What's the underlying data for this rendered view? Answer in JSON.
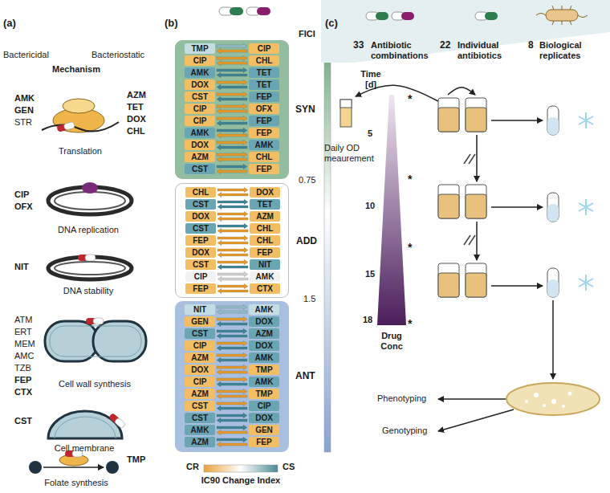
{
  "diagram": {
    "nodes": [
      {
        "text": [
          "SYN",
          "TMP",
          "CIP",
          "CIP",
          "CHL",
          "AMK",
          "TET",
          "DOX",
          "TET",
          "CST",
          "FEP",
          "CIP",
          "OFX",
          "CIP",
          "FEP",
          "AMK",
          "FEP",
          "DOX",
          "AMK",
          "AZM",
          "CHL",
          "CST",
          "FEP"
        ]
      },
      {
        "text": [
          "ADD",
          "CHL",
          "DOX",
          "CST",
          "TET",
          "DOX",
          "AZM",
          "CST",
          "CHL",
          "FEP",
          "CHL",
          "DOX",
          "FEP",
          "CST",
          "NIT",
          "CIP",
          "AMK",
          "FEP",
          "CTX"
        ]
      },
      {
        "text": [
          "ANT",
          "NIT",
          "AMK",
          "GEN",
          "DOX",
          "CST",
          "AZM",
          "CIP",
          "DOX",
          "AZM",
          "AMK",
          "DOX",
          "TMP",
          "CIP",
          "AMK",
          "AZM",
          "TMP",
          "CST",
          "CIP",
          "CST",
          "DOX",
          "AMK",
          "GEN",
          "AZM",
          "FEP"
        ]
      }
    ],
    "labels": [
      "(a)",
      "Bactericidal",
      "Bacteriostatic",
      "Mechanism",
      "AMK",
      "GEN",
      "STR",
      "AZM",
      "TET",
      "DOX",
      "CHL",
      "Translation",
      "CIP",
      "OFX",
      "DNA replication",
      "NIT",
      "DNA stability",
      "ATM",
      "ERT",
      "MEM",
      "AMC",
      "TZB",
      "FEP",
      "CTX",
      "Cell wall synthesis",
      "CST",
      "Cell membrane",
      "TMP",
      "Folate synthesis",
      "(b)",
      "FICI",
      "0.75",
      "1.5",
      "CR",
      "CS",
      "IC90 Change Index",
      "(c)",
      "33",
      "Antibiotic combinations",
      "22",
      "Individual antibiotics",
      "8",
      "Biological replicates",
      "Time [d]",
      "5",
      "10",
      "15",
      "18",
      "*",
      "*",
      "*",
      "*",
      "Drug Conc",
      "Daily OD meaurement",
      "Phenotyping",
      "Genotyping"
    ]
  }
}
